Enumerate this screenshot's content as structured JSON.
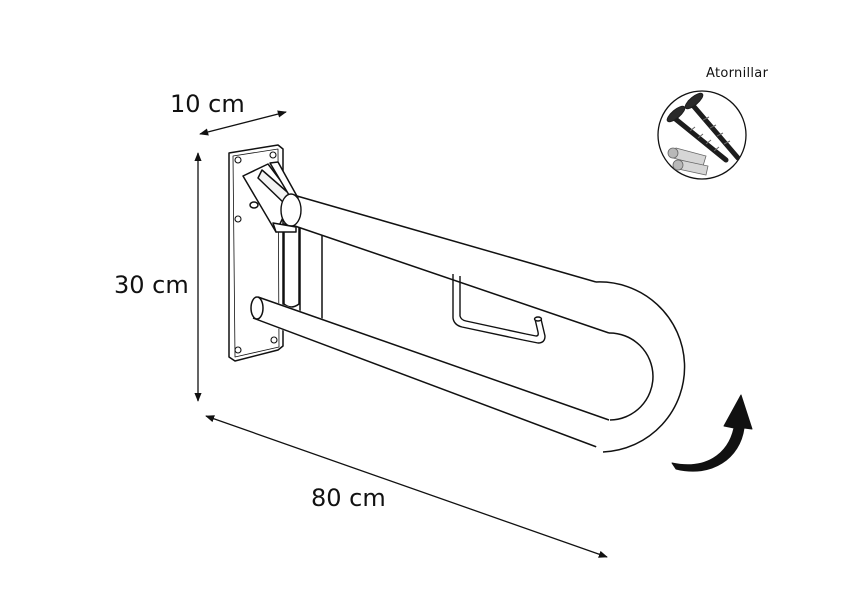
{
  "dimensions": {
    "depth": "10 cm",
    "height": "30 cm",
    "length": "80 cm"
  },
  "inset": {
    "label": "Atornillar",
    "icon": "screws-and-wall-plugs"
  },
  "rotate_arrow_icon": "curved-arrow-up"
}
